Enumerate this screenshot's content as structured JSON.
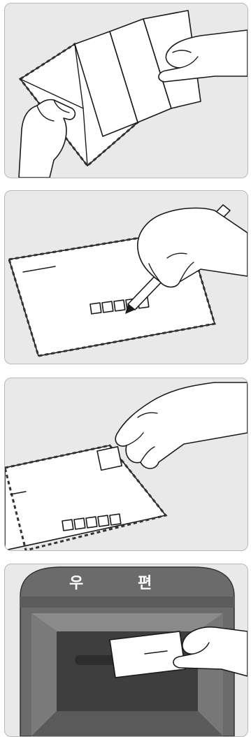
{
  "steps": [
    {
      "action": "fold-letter-into-envelope"
    },
    {
      "action": "write-postal-code"
    },
    {
      "action": "attach-stamp"
    },
    {
      "action": "drop-in-mailbox"
    }
  ],
  "mailbox": {
    "sign_left": "우",
    "sign_right": "편"
  }
}
